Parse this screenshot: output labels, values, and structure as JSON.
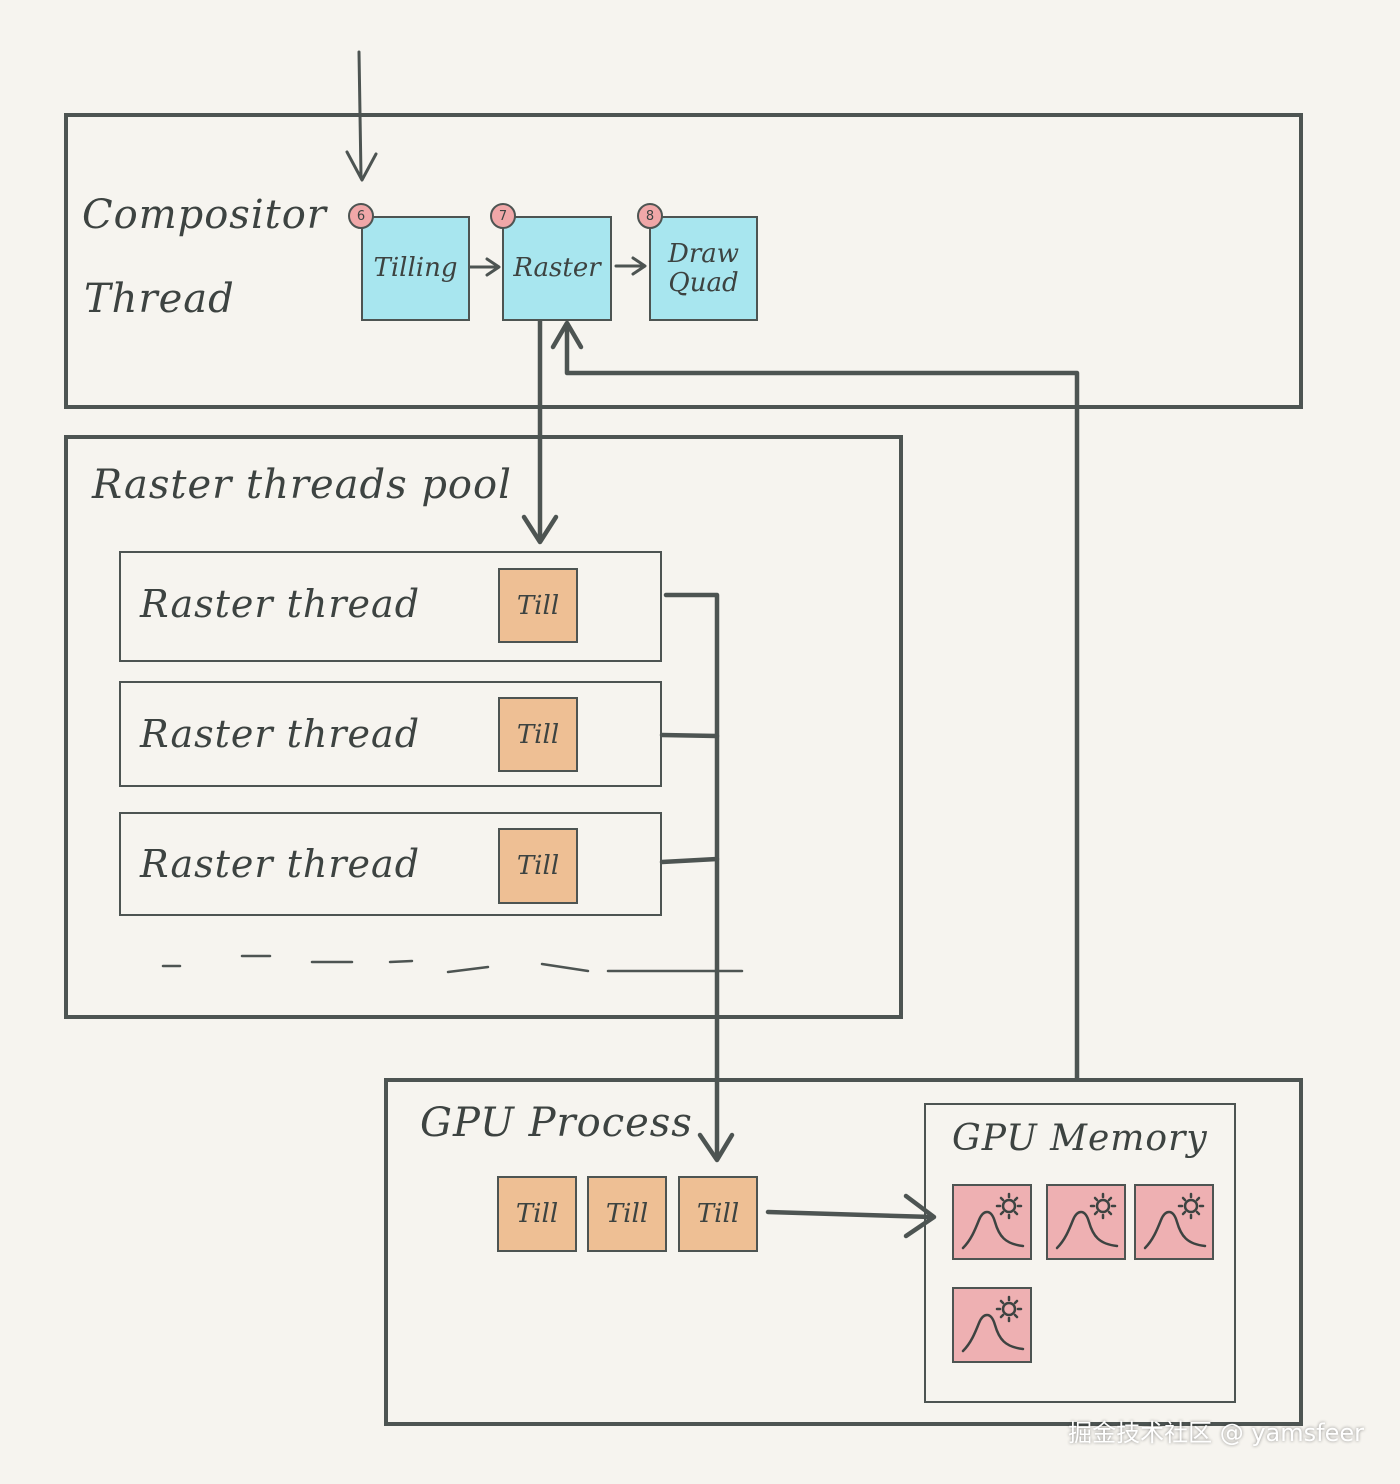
{
  "compositor": {
    "title_line1": "Compositor",
    "title_line2": "Thread"
  },
  "steps": [
    {
      "badge": "6",
      "label": "Tilling"
    },
    {
      "badge": "7",
      "label": "Raster"
    },
    {
      "badge": "8",
      "label_line1": "Draw",
      "label_line2": "Quad"
    }
  ],
  "pool": {
    "title": "Raster threads pool",
    "threads": [
      {
        "label": "Raster thread",
        "tile": "Till"
      },
      {
        "label": "Raster thread",
        "tile": "Till"
      },
      {
        "label": "Raster thread",
        "tile": "Till"
      }
    ]
  },
  "gpu_process": {
    "title": "GPU Process",
    "tiles": [
      "Till",
      "Till",
      "Till"
    ]
  },
  "gpu_memory": {
    "title": "GPU Memory",
    "images": [
      "image-icon",
      "image-icon",
      "image-icon",
      "image-icon"
    ]
  },
  "watermark": "掘金技术社区 @ yamsfeer",
  "colors": {
    "step_fill": "#a8e6ef",
    "tile_fill": "#eebf94",
    "image_fill": "#eeb0b2",
    "badge_fill": "#f0a7a8",
    "stroke": "#4d5452"
  }
}
